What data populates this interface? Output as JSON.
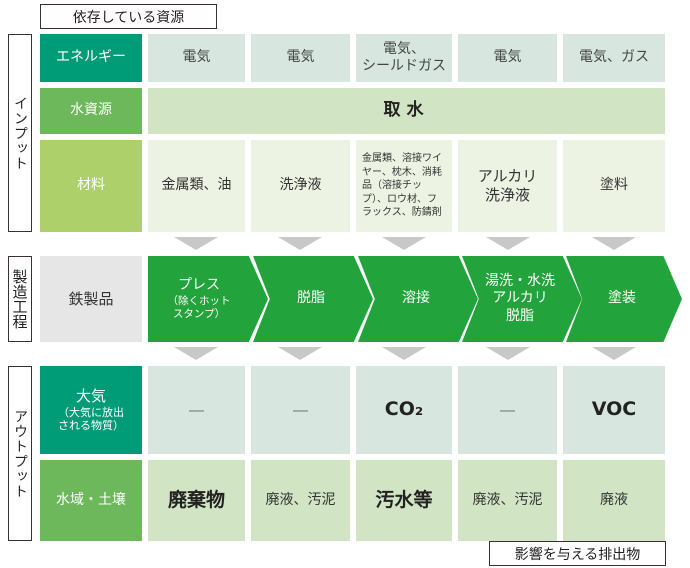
{
  "labels": {
    "dependent_resources": "依存している資源",
    "affecting_emissions": "影響を与える排出物"
  },
  "sections": {
    "input": "インプット",
    "manufacturing": "製造工程",
    "output": "アウトプット"
  },
  "input": {
    "energy": {
      "header": "エネルギー",
      "cells": [
        "電気",
        "電気",
        "電気、\nシールドガス",
        "電気",
        "電気、ガス"
      ]
    },
    "water": {
      "header": "水資源",
      "value": "取水"
    },
    "materials": {
      "header": "材料",
      "cells": [
        "金属類、油",
        "洗浄液",
        "金属類、溶接ワイヤー、枕木、消耗品（溶接チップ）、ロウ材、フラックス、防錆剤",
        "アルカリ\n洗浄液",
        "塗料"
      ]
    }
  },
  "process": {
    "header": "鉄製品",
    "steps": [
      {
        "label": "プレス",
        "sub": "（除くホット\nスタンプ）"
      },
      {
        "label": "脱脂",
        "sub": ""
      },
      {
        "label": "溶接",
        "sub": ""
      },
      {
        "label": "湯洗・水洗\nアルカリ\n脱脂",
        "sub": ""
      },
      {
        "label": "塗装",
        "sub": ""
      }
    ]
  },
  "output": {
    "air": {
      "header_title": "大気",
      "header_sub": "（大気に放出\nされる物質）",
      "cells": [
        "―",
        "―",
        "CO₂",
        "―",
        "VOC"
      ]
    },
    "soil": {
      "header": "水域・土壌",
      "cells": [
        "廃棄物",
        "廃液、汚泥",
        "汚水等",
        "廃液、汚泥",
        "廃液"
      ]
    }
  },
  "colors": {
    "energy_header": "#009b77",
    "water_header": "#6cb85a",
    "material_header": "#aed06a",
    "process_green": "#22a33b",
    "arrow_gray": "#c8c8c8"
  }
}
